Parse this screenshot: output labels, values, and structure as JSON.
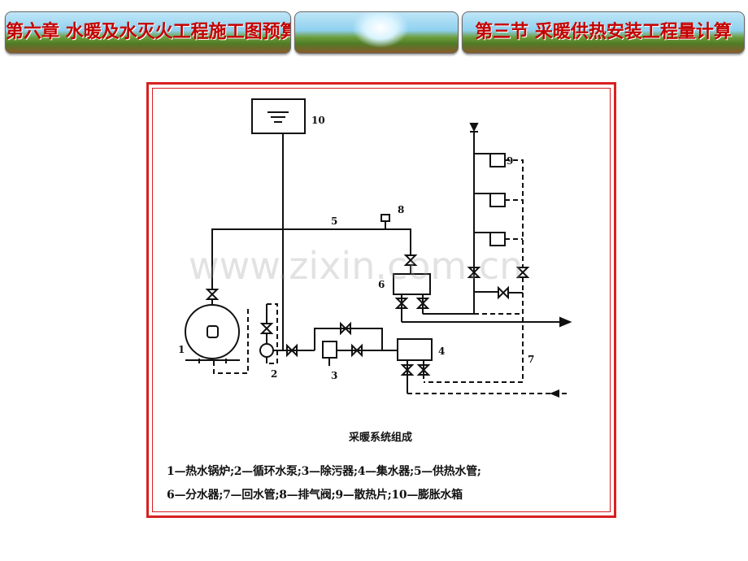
{
  "header": {
    "chapter_title": "第六章  水暖及水灭火工程施工图预算",
    "section_title": "第三节 采暖供热安装工程量计算"
  },
  "diagram": {
    "component_numbers": [
      "1",
      "2",
      "3",
      "4",
      "5",
      "6",
      "7",
      "8",
      "9",
      "10"
    ],
    "caption": "采暖系统组成",
    "legend_line_1": "1—热水锅炉;2—循环水泵;3—除污器;4—集水器;5—供热水管;",
    "legend_line_2": "6—分水器;7—回水管;8—排气阀;9—散热片;10—膨胀水箱"
  },
  "watermark": "www.zixin.com.cn",
  "colors": {
    "frame": "#d82020",
    "title_text": "#c40000",
    "line": "#111111"
  }
}
